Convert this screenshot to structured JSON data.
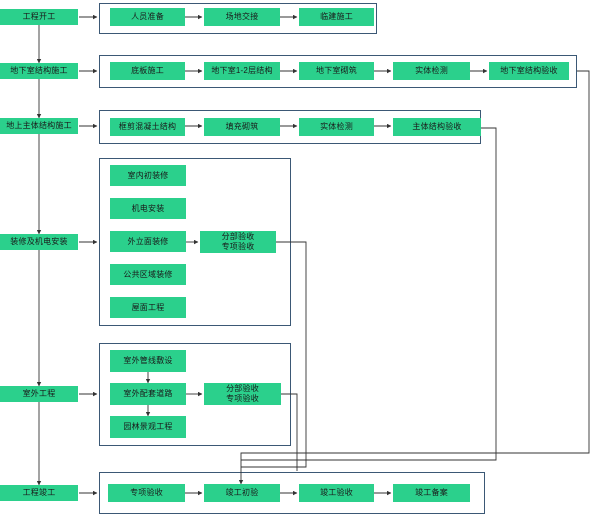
{
  "colors": {
    "node_fill": "#2bd08c",
    "frame_border": "#3b5875",
    "line": "#333333"
  },
  "phases": {
    "start": "工程开工",
    "underground": "地下室结构施工",
    "main_structure": "地上主体结构施工",
    "decoration_mep": "装修及机电安装",
    "outdoor": "室外工程",
    "completion": "工程竣工"
  },
  "start_row": {
    "step1": "人员准备",
    "step2": "场地交接",
    "step3": "临建施工"
  },
  "underground_row": {
    "step1": "底板施工",
    "step2": "地下室1-2层结构",
    "step3": "地下室砌筑",
    "step4": "实体检测",
    "step5": "地下室结构验收"
  },
  "structure_row": {
    "step1": "框剪混凝土结构",
    "step2": "填充砌筑",
    "step3": "实体检测",
    "step4": "主体结构验收"
  },
  "decoration_group": {
    "item1": "室内初装修",
    "item2": "机电安装",
    "item3": "外立面装修",
    "item4": "公共区域装修",
    "item5": "屋面工程",
    "acceptance": "分部验收\n专项验收"
  },
  "outdoor_group": {
    "item1": "室外管线敷设",
    "item2": "室外配套道路",
    "item3": "园林景观工程",
    "acceptance": "分部验收\n专项验收"
  },
  "completion_row": {
    "step1": "专项验收",
    "step2": "竣工初验",
    "step3": "竣工验收",
    "step4": "竣工备案"
  }
}
